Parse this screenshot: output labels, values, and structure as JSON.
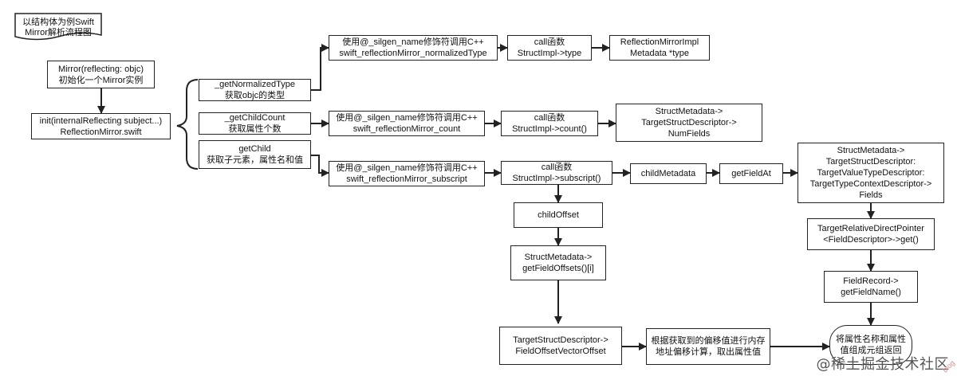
{
  "colors": {
    "stroke": "#222222",
    "text": "#111111",
    "watermark": "#555555"
  },
  "title_note": {
    "lines": [
      "以结构体为例Swift",
      "Mirror解析流程图"
    ]
  },
  "nodes": {
    "mirror_init": {
      "lines": [
        "Mirror(reflecting: objc)",
        "初始化一个Mirror实例"
      ]
    },
    "internal_init": {
      "lines": [
        "init(internalReflecting subject...)",
        "ReflectionMirror.swift"
      ]
    },
    "get_normalized_type": {
      "lines": [
        "_getNormalizedType",
        "获取objc的类型"
      ]
    },
    "get_child_count": {
      "lines": [
        "_getChildCount",
        "获取属性个数"
      ]
    },
    "get_child": {
      "lines": [
        "getChild",
        "获取子元素，属性名和值"
      ]
    },
    "call_normalized": {
      "lines": [
        "使用@_silgen_name修饰符调用C++",
        "swift_reflectionMirror_normalizedType"
      ]
    },
    "call_count": {
      "lines": [
        "使用@_silgen_name修饰符调用C++",
        "swift_reflectionMirror_count"
      ]
    },
    "call_subscript": {
      "lines": [
        "使用@_silgen_name修饰符调用C++",
        "swift_reflectionMirror_subscript"
      ]
    },
    "impl_type": {
      "lines": [
        "call函数",
        "StructImpl->type"
      ]
    },
    "impl_count": {
      "lines": [
        "call函数",
        "StructImpl->count()"
      ]
    },
    "impl_subscript": {
      "lines": [
        "call函数",
        "StructImpl->subscript()"
      ]
    },
    "metadata_type": {
      "lines": [
        "ReflectionMirrorImpl",
        "Metadata *type"
      ]
    },
    "num_fields": {
      "lines": [
        "StructMetadata->",
        "TargetStructDescriptor->",
        "NumFields"
      ]
    },
    "child_metadata": {
      "lines": [
        "childMetadata"
      ]
    },
    "get_field_at": {
      "lines": [
        "getFieldAt"
      ]
    },
    "fields_chain": {
      "lines": [
        "StructMetadata->",
        "TargetStructDescriptor:",
        "TargetValueTypeDescriptor:",
        "TargetTypeContextDescriptor->",
        "Fields"
      ]
    },
    "relative_pointer": {
      "lines": [
        "TargetRelativeDirectPointer",
        "<FieldDescriptor>->get()"
      ]
    },
    "field_record": {
      "lines": [
        "FieldRecord->",
        "getFieldName()"
      ]
    },
    "child_offset": {
      "lines": [
        "childOffset"
      ]
    },
    "get_field_offsets": {
      "lines": [
        "StructMetadata->",
        "getFieldOffsets()[i]"
      ]
    },
    "field_offset_vector": {
      "lines": [
        "TargetStructDescriptor->",
        "FieldOffsetVectorOffset"
      ]
    },
    "offset_calc": {
      "lines": [
        "根据获取到的偏移值进行内存",
        "地址偏移计算，取出属性值"
      ]
    },
    "result": {
      "lines": [
        "将属性名称和属性",
        "值组成元组返回"
      ]
    }
  },
  "watermark": {
    "text": "@稀土掘金技术社区",
    "small": "blog"
  }
}
